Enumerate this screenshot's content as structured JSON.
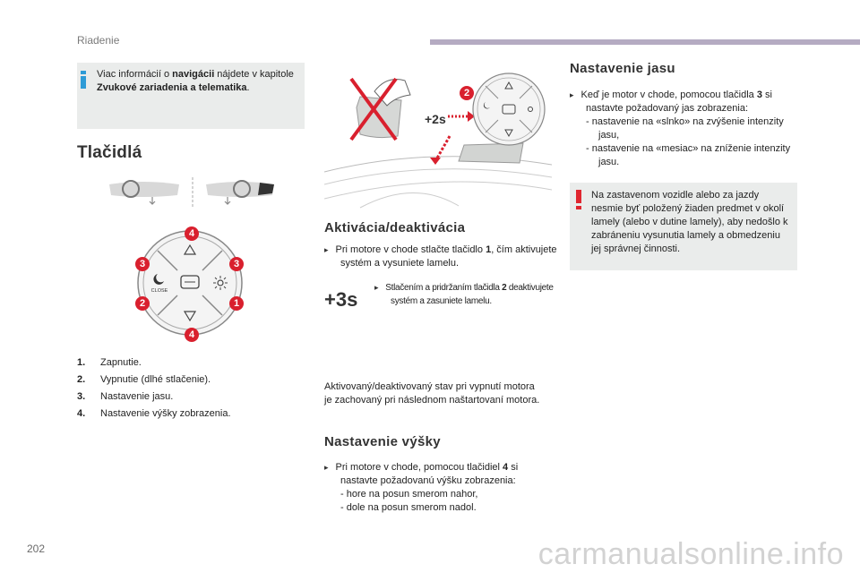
{
  "header": {
    "section": "Riadenie",
    "page_number": "202"
  },
  "watermark": "carmanualsonline.info",
  "info_note": {
    "pre": "Viac informácií o ",
    "bold1": "navigácii",
    "mid": " nájdete v kapitole ",
    "bold2": "Zvukové zariadenia a telematika",
    "post": "."
  },
  "buttons_section": {
    "title": "Tlačidlá",
    "close_label": "CLOSE",
    "callouts": [
      "4",
      "3",
      "3",
      "2",
      "1",
      "4",
      "2"
    ],
    "legend": [
      {
        "num": "1.",
        "text": "Zapnutie."
      },
      {
        "num": "2.",
        "text": "Vypnutie (dlhé stlačenie)."
      },
      {
        "num": "3.",
        "text": "Nastavenie jasu."
      },
      {
        "num": "4.",
        "text": "Nastavenie výšky zobrazenia."
      }
    ]
  },
  "activation_section": {
    "title": "Aktivácia/deaktivácia",
    "hold_label_short": "+2s",
    "hold_label_long": "+3s",
    "step1_pre": "Pri motore v chode stlačte tlačidlo ",
    "step1_bold": "1",
    "step1_post": ", čím aktivujete systém a vysuniete lamelu.",
    "step2_pre": "Stlačením a pridržaním tlačidla ",
    "step2_bold": "2",
    "step2_post": " deaktivujete systém a zasuniete lamelu.",
    "memory_note": "Aktivovaný/deaktivovaný stav pri vypnutí motora je zachovaný pri následnom naštartovaní motora."
  },
  "height_section": {
    "title": "Nastavenie výšky",
    "step_pre": "Pri motore v chode, pomocou tlačidiel ",
    "step_bold": "4",
    "step_post": " si nastavte požadovanú výšku zobrazenia:",
    "items": [
      "hore na posun smerom nahor,",
      "dole na posun smerom nadol."
    ]
  },
  "brightness_section": {
    "title": "Nastavenie jasu",
    "step_pre": "Keď je motor v chode, pomocou tlačidla ",
    "step_bold": "3",
    "step_post": " si nastavte požadovaný jas zobrazenia:",
    "items": [
      "nastavenie na «slnko» na zvýšenie intenzity jasu,",
      "nastavenie na «mesiac» na zníženie intenzity jasu."
    ]
  },
  "warning_note": "Na zastavenom vozidle alebo za jazdy nesmie byť položený žiaden predmet v okolí lamely (alebo v dutine lamely), aby nedošlo k zabráneniu vysunutia lamely a obmedzeniu jej správnej činnosti.",
  "colors": {
    "callout_red": "#d9202e",
    "info_blue": "#2e9bd6",
    "warn_red": "#e0262f",
    "header_bar": "#b5abc2",
    "panel_gray": "#eaeceb"
  },
  "icons": {
    "bullet": "arrow-bullet-icon",
    "sun": "sun-icon",
    "moon": "moon-icon",
    "windshield": "windshield-icon",
    "up": "triangle-up-icon",
    "down": "triangle-down-icon"
  }
}
